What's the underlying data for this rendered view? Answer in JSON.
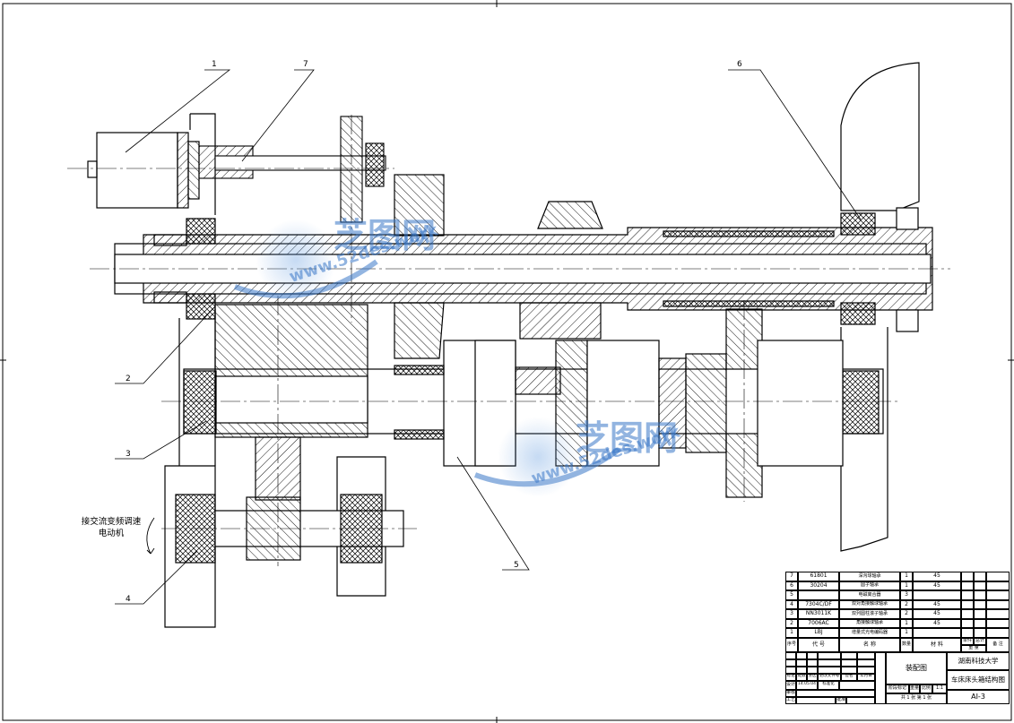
{
  "callouts": [
    "1",
    "7",
    "6",
    "2",
    "3",
    "4",
    "5"
  ],
  "motor_note": [
    "接交流变频调速",
    "电动机"
  ],
  "watermark": {
    "cn": "芝图网",
    "url": "www.52des.work",
    "color": "#3a78c8"
  },
  "parts_list": {
    "rows": [
      {
        "no": "7",
        "code": "61801",
        "name": "深沟球轴承",
        "qty": "1",
        "material": "45"
      },
      {
        "no": "6",
        "code": "30204",
        "name": "圆子轴承",
        "qty": "1",
        "material": "45"
      },
      {
        "no": "5",
        "code": "",
        "name": "电磁离合器",
        "qty": "3",
        "material": ""
      },
      {
        "no": "4",
        "code": "7304C/DF",
        "name": "双对角接触球轴承",
        "qty": "2",
        "material": "45"
      },
      {
        "no": "3",
        "code": "NN3011K",
        "name": "双列圆柱滚子轴承",
        "qty": "2",
        "material": "45"
      },
      {
        "no": "2",
        "code": "7006AC",
        "name": "角接触球轴承",
        "qty": "1",
        "material": "45"
      },
      {
        "no": "1",
        "code": "LBJ",
        "name": "增量式光电编码器",
        "qty": "1",
        "material": ""
      }
    ],
    "header": {
      "no": "序号",
      "code": "代 号",
      "name": "名 称",
      "qty": "数量",
      "material": "材 料",
      "single": "单件",
      "total": "总计",
      "weight": "重 量",
      "remark": "备 注"
    }
  },
  "title_block": {
    "drawing_type": "装配图",
    "school": "湖南科技大学",
    "title": "车床床头箱结构图",
    "drawing_no": "AI-3",
    "labels": [
      "标记",
      "处数",
      "分区",
      "更改文件号",
      "签名",
      "年月日"
    ],
    "designer": "设计",
    "date": "14.05.04",
    "std": "标准化",
    "review": "审核",
    "process": "工艺",
    "approve": "批准",
    "stage": "阶段标记",
    "weight": "重量",
    "scale": "比例",
    "scale_value": "1:1",
    "sheets": "共 1 张 第 1 张"
  }
}
